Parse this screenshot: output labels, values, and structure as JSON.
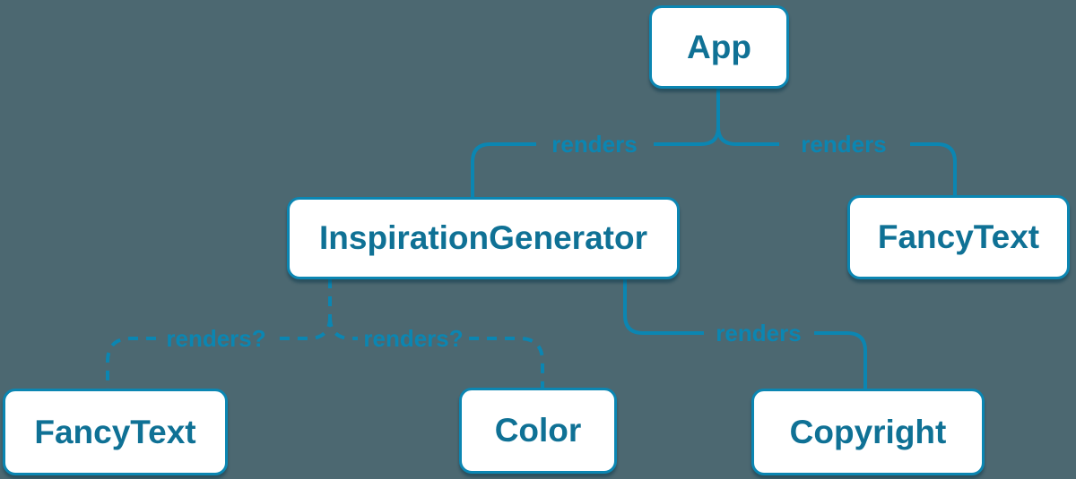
{
  "diagram": {
    "type": "component-render-tree",
    "colors": {
      "background": "#4c6871",
      "accent_line": "#0b86b2",
      "node_fill": "#ffffff",
      "node_text": "#0f7195"
    },
    "nodes": [
      {
        "id": "app",
        "label": "App"
      },
      {
        "id": "inspiration-generator",
        "label": "InspirationGenerator"
      },
      {
        "id": "fancy-text-top",
        "label": "FancyText"
      },
      {
        "id": "fancy-text-bottom",
        "label": "FancyText"
      },
      {
        "id": "color",
        "label": "Color"
      },
      {
        "id": "copyright",
        "label": "Copyright"
      }
    ],
    "edges": [
      {
        "from": "App",
        "to": "InspirationGenerator",
        "label": "renders",
        "style": "solid"
      },
      {
        "from": "App",
        "to": "FancyText",
        "label": "renders",
        "style": "solid"
      },
      {
        "from": "InspirationGenerator",
        "to": "FancyText",
        "label": "renders?",
        "style": "dashed"
      },
      {
        "from": "InspirationGenerator",
        "to": "Color",
        "label": "renders?",
        "style": "dashed"
      },
      {
        "from": "InspirationGenerator",
        "to": "Copyright",
        "label": "renders",
        "style": "solid"
      }
    ]
  }
}
